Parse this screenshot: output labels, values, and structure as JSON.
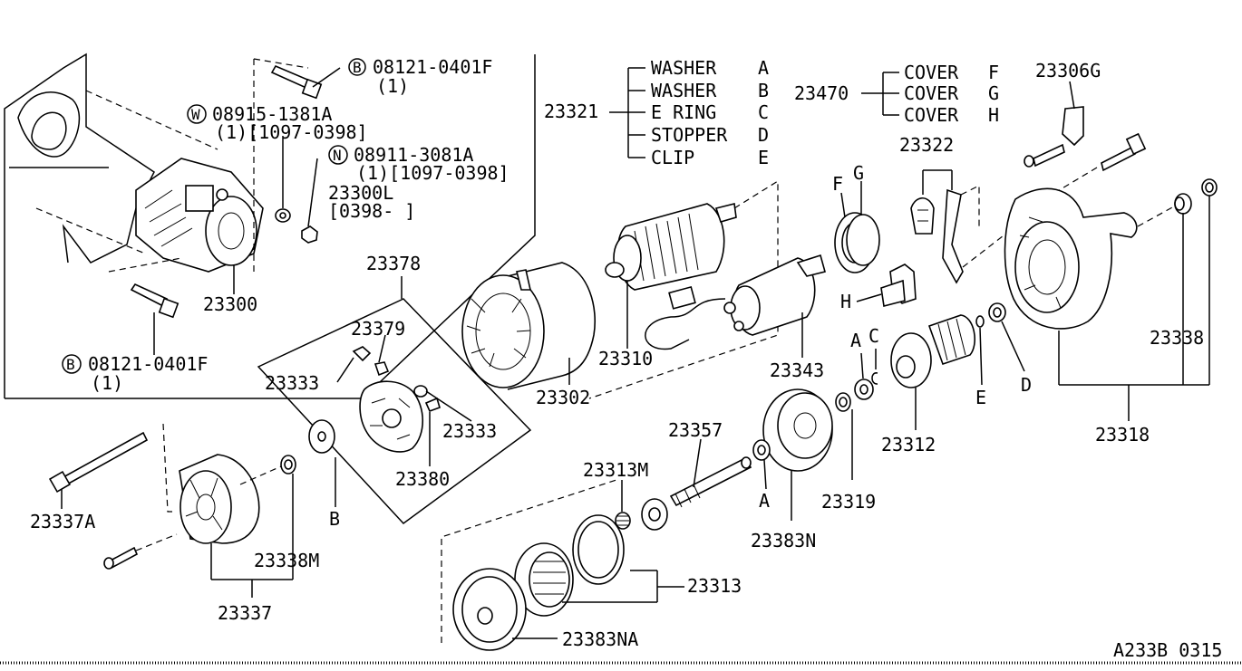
{
  "diagram": {
    "code": "A233B 0315",
    "callouts": {
      "bolt_top": {
        "badge": "B",
        "part": "08121-0401F",
        "qty": "(1)"
      },
      "washer_w": {
        "badge": "W",
        "part": "08915-1381A",
        "qty": "(1)[1097-0398]"
      },
      "nut_n": {
        "badge": "N",
        "part": "08911-3081A",
        "qty": "(1)[1097-0398]"
      },
      "alt": {
        "part": "23300L",
        "range": "[0398-      ]"
      },
      "bolt_bottom": {
        "badge": "B",
        "part": "08121-0401F",
        "qty": "(1)"
      }
    },
    "washer_group": {
      "code": "23321",
      "items": [
        {
          "name": "WASHER",
          "letter": "A"
        },
        {
          "name": "WASHER",
          "letter": "B"
        },
        {
          "name": "E RING",
          "letter": "C"
        },
        {
          "name": "STOPPER",
          "letter": "D"
        },
        {
          "name": "CLIP",
          "letter": "E"
        }
      ]
    },
    "cover_group": {
      "code": "23470",
      "items": [
        {
          "name": "COVER",
          "letter": "F"
        },
        {
          "name": "COVER",
          "letter": "G"
        },
        {
          "name": "COVER",
          "letter": "H"
        }
      ]
    },
    "labels": {
      "p23300": "23300",
      "p23378": "23378",
      "p23379": "23379",
      "p23333a": "23333",
      "p23333b": "23333",
      "p23380": "23380",
      "p23302": "23302",
      "p23310": "23310",
      "p23343": "23343",
      "p23306g": "23306G",
      "p23322": "23322",
      "p23312": "23312",
      "p23319": "23319",
      "p23357": "23357",
      "p23313m": "23313M",
      "p23383n": "23383N",
      "p23313": "23313",
      "p23383na": "23383NA",
      "p23337a": "23337A",
      "p23338m": "23338M",
      "p23337": "23337",
      "p23338": "23338",
      "p23318": "23318"
    },
    "letters": {
      "f": "F",
      "g": "G",
      "h": "H",
      "a1": "A",
      "c1": "C",
      "e1": "E",
      "d1": "D",
      "a2": "A",
      "b1": "B"
    }
  }
}
